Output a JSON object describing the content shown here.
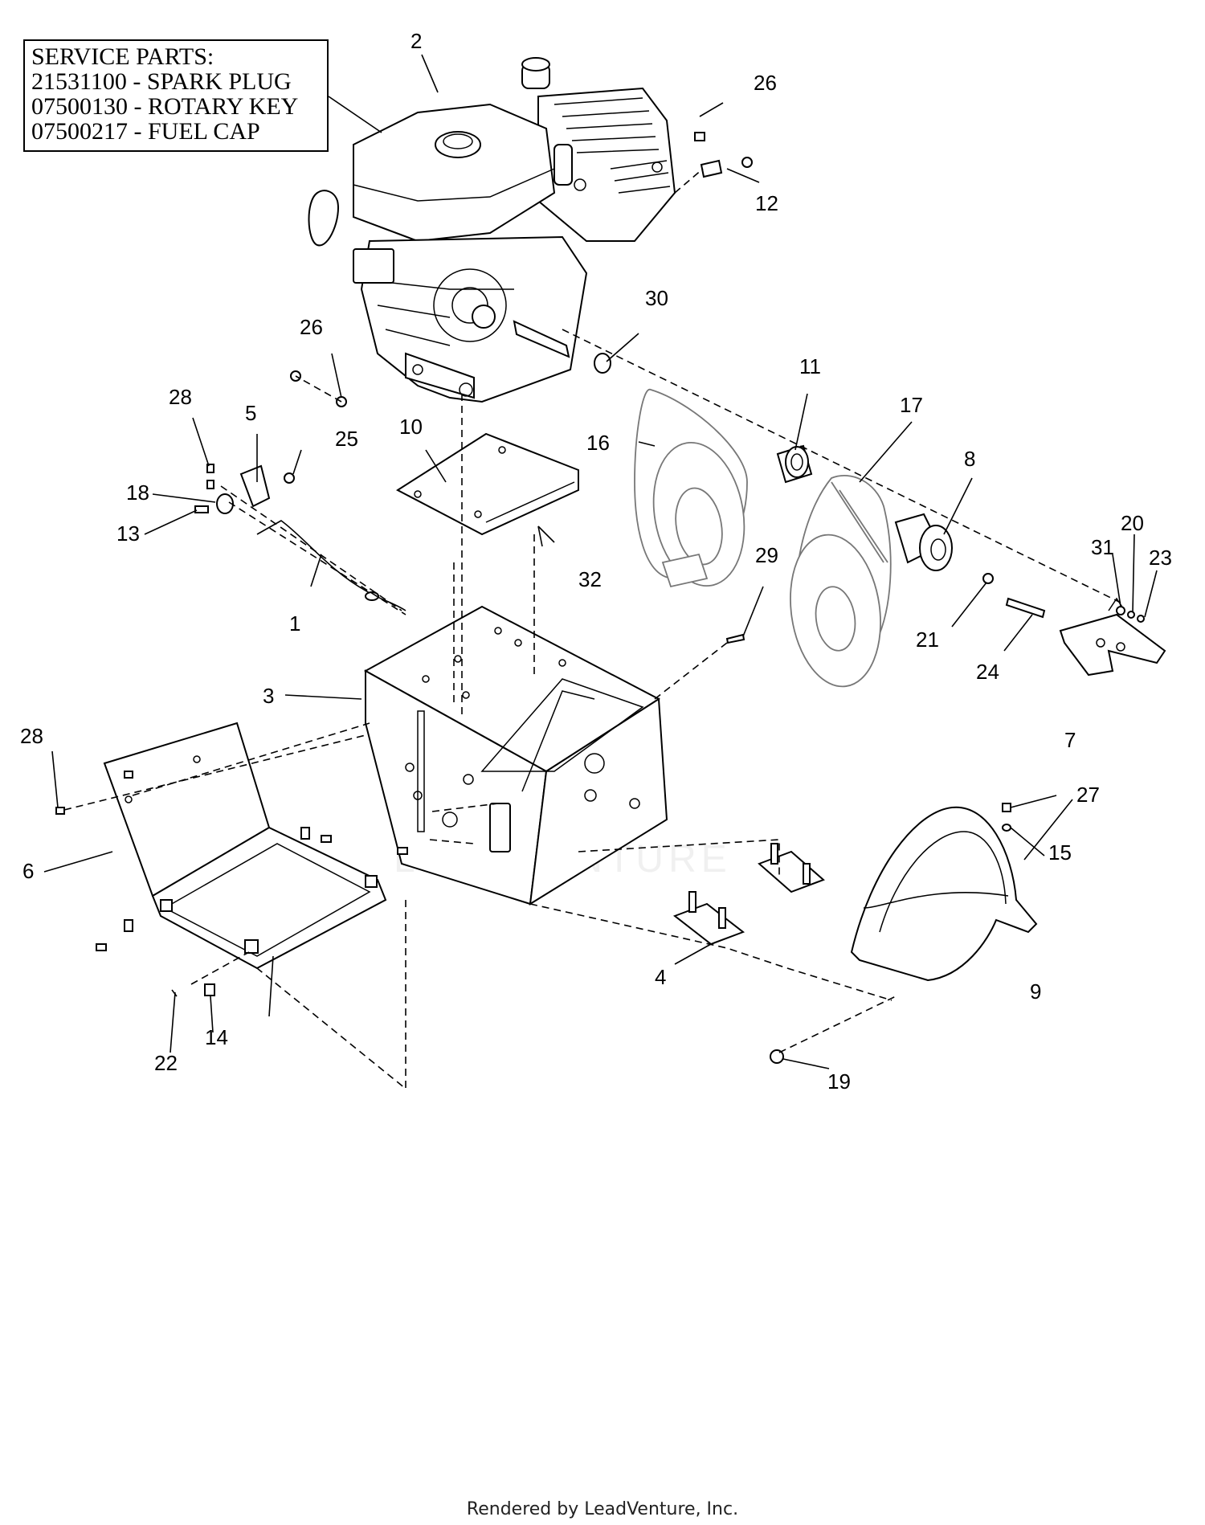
{
  "service_parts": {
    "heading": "SERVICE PARTS:",
    "lines": [
      "21531100 - SPARK PLUG",
      "07500130 - ROTARY KEY",
      "07500217 - FUEL CAP"
    ]
  },
  "callouts": {
    "c1": "1",
    "c2": "2",
    "c3": "3",
    "c4": "4",
    "c5": "5",
    "c6": "6",
    "c7": "7",
    "c8": "8",
    "c9": "9",
    "c10": "10",
    "c11": "11",
    "c12": "12",
    "c13": "13",
    "c14": "14",
    "c15": "15",
    "c16": "16",
    "c17": "17",
    "c18": "18",
    "c19": "19",
    "c20": "20",
    "c21": "21",
    "c22": "22",
    "c23": "23",
    "c24": "24",
    "c25": "25",
    "c26a": "26",
    "c26b": "26",
    "c27": "27",
    "c28a": "28",
    "c28b": "28",
    "c29": "29",
    "c30": "30",
    "c31": "31",
    "c32": "32"
  },
  "watermark": "LEADVENTURE",
  "footer": "Rendered by LeadVenture, Inc."
}
